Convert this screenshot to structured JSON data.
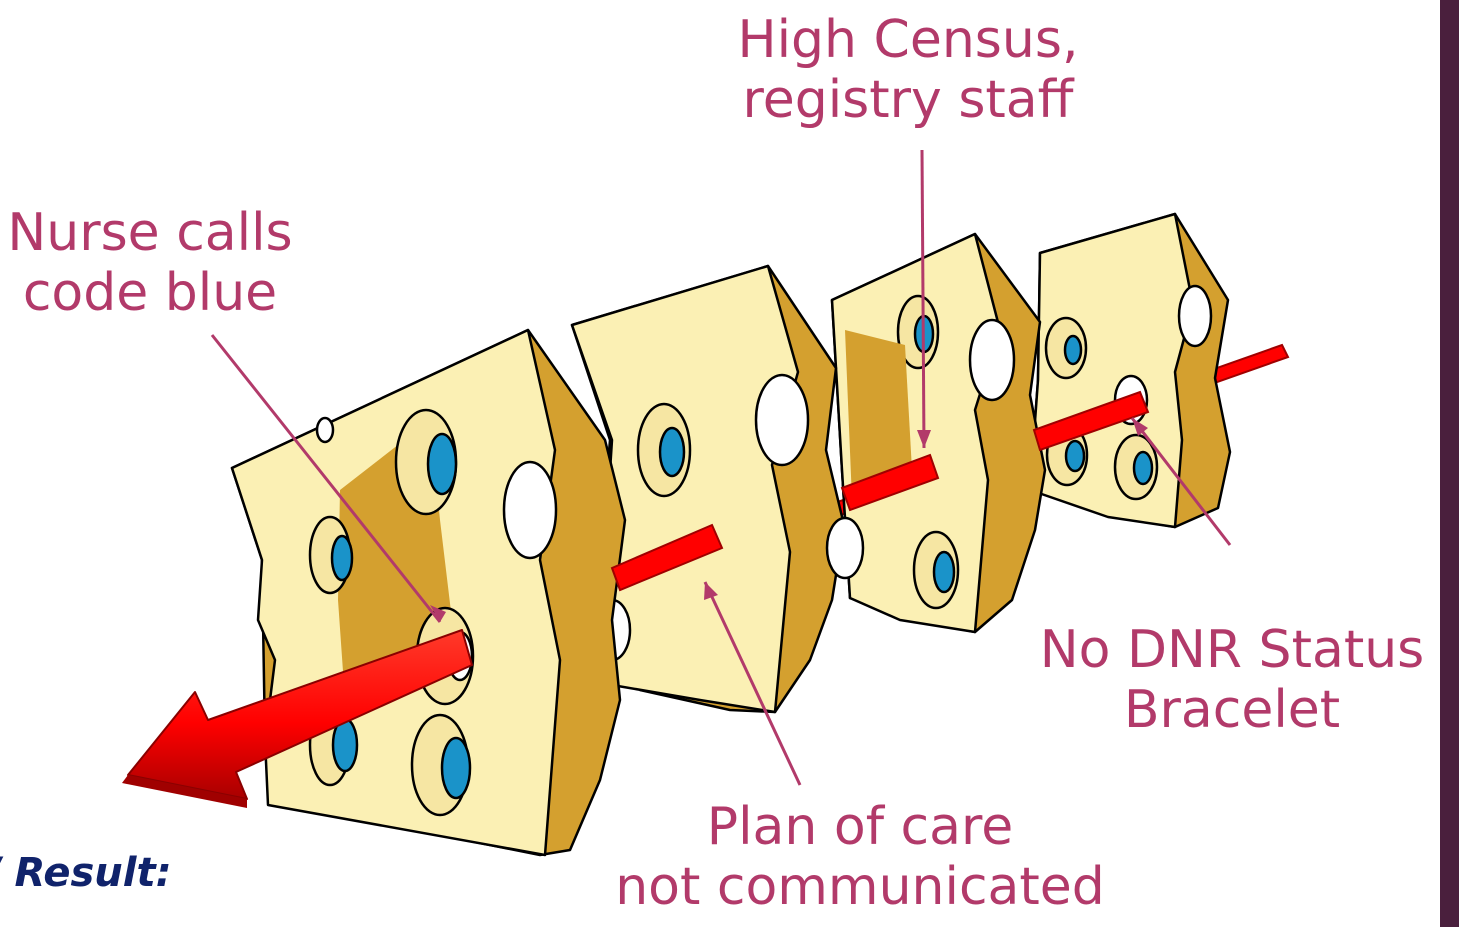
{
  "labels": {
    "high_census": [
      "High Census,",
      "registry staff"
    ],
    "nurse_calls": [
      "Nurse calls",
      "code blue"
    ],
    "no_dnr": [
      "No DNR Status",
      "Bracelet"
    ],
    "plan_of_care": [
      "Plan of care",
      "not communicated"
    ]
  },
  "result_text": "/ Result:",
  "colors": {
    "label": "#b23a6a",
    "cheese_face": "#fbf0b4",
    "cheese_side": "#d4a02f",
    "hole": "#1a93c9",
    "arrow": "#ff0000",
    "right_bar": "#4a1f3d",
    "result_text": "#10236b"
  },
  "icons": {
    "slice": "swiss-cheese-slice-icon",
    "arrow": "red-arrow-icon"
  }
}
